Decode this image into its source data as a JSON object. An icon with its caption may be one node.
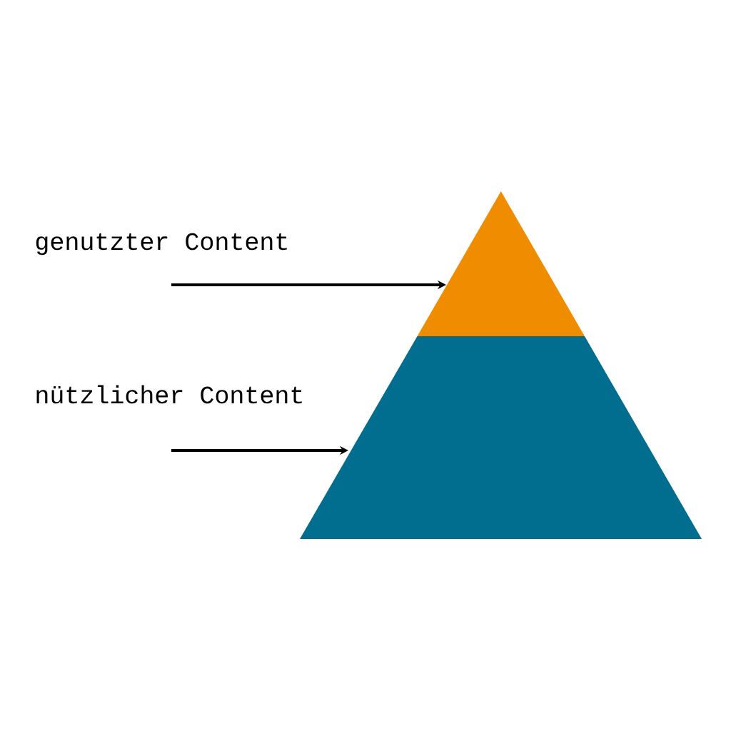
{
  "diagram": {
    "nodes": [
      {
        "text": [
          "genutzter Content"
        ]
      },
      {
        "text": [
          "nützlicher Content"
        ]
      },
      {
        "text": [],
        "shape": "triangle"
      },
      {
        "text": [],
        "shape": "trapezoid"
      }
    ],
    "edges": [
      {
        "from": 0,
        "to": 2,
        "arrow": "to"
      },
      {
        "from": 1,
        "to": 3,
        "arrow": "to"
      }
    ]
  }
}
